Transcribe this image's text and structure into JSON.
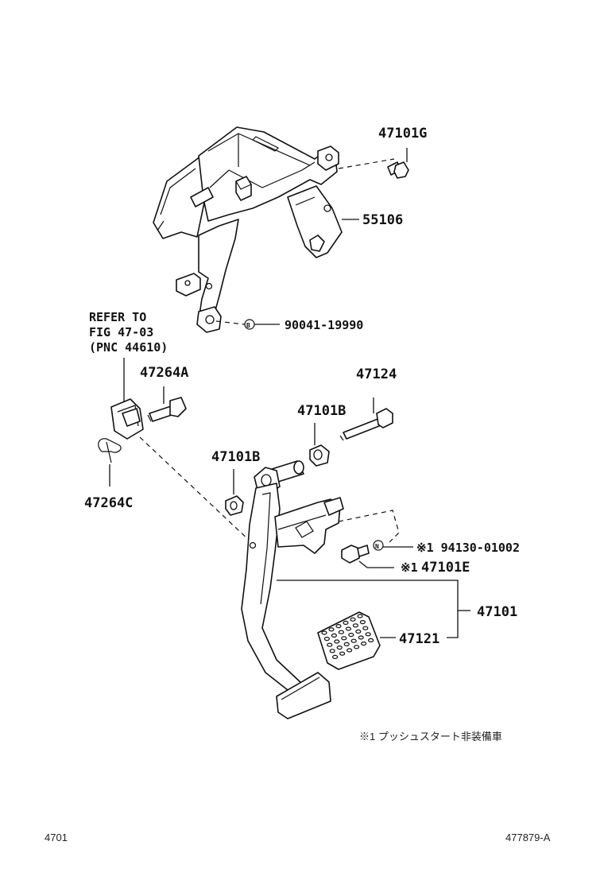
{
  "labels": {
    "p47101G": "47101G",
    "p55106": "55106",
    "p90041": "90041-19990",
    "refer_line1": "REFER TO",
    "refer_line2": "FIG 47-03",
    "refer_line3": "(PNC 44610)",
    "p47264A": "47264A",
    "p47124": "47124",
    "p47101B_upper": "47101B",
    "p47101B_lower": "47101B",
    "p47264C": "47264C",
    "p94130": "※1 94130-01002",
    "p47101E_mark": "※1",
    "p47101E": "47101E",
    "p47101": "47101",
    "p47121": "47121",
    "symbol_b": "B",
    "symbol_n": "N"
  },
  "note": "※1 プッシュスタート非装備車",
  "footer": {
    "left": "4701",
    "right": "477879-A"
  },
  "colors": {
    "ink": "#111111",
    "background": "#ffffff"
  }
}
